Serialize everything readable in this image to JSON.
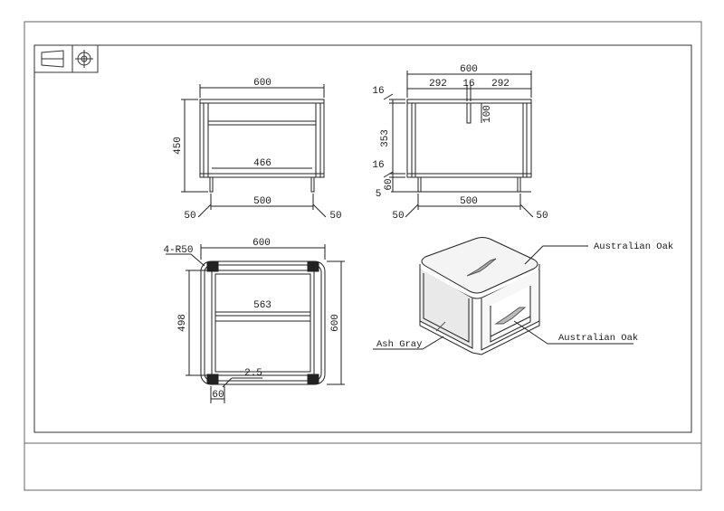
{
  "drawing": {
    "front_view": {
      "overall_width": "600",
      "height": "450",
      "inner_width": "466",
      "base_width": "500",
      "left_offset": "50",
      "right_offset": "50"
    },
    "side_view": {
      "overall_width": "600",
      "left_segment": "292",
      "center_segment": "16",
      "right_segment": "292",
      "top_thickness": "16",
      "inner_height": "353",
      "slot_depth": "100",
      "shelf_thickness": "16",
      "leg_height": "60",
      "foot_height": "5",
      "base_width": "500",
      "left_offset": "50",
      "right_offset": "50"
    },
    "top_view": {
      "corner_radius": "4-R50",
      "overall_width": "600",
      "inner_width": "563",
      "inner_depth": "498",
      "overall_depth": "600",
      "edge_gap": "2.5",
      "leg_size": "60"
    },
    "iso_view": {
      "top_material": "Australian Oak",
      "shelf_material": "Australian Oak",
      "side_material": "Ash Gray"
    }
  },
  "title_block": {
    "projection_symbol": "third-angle-projection-icon"
  }
}
